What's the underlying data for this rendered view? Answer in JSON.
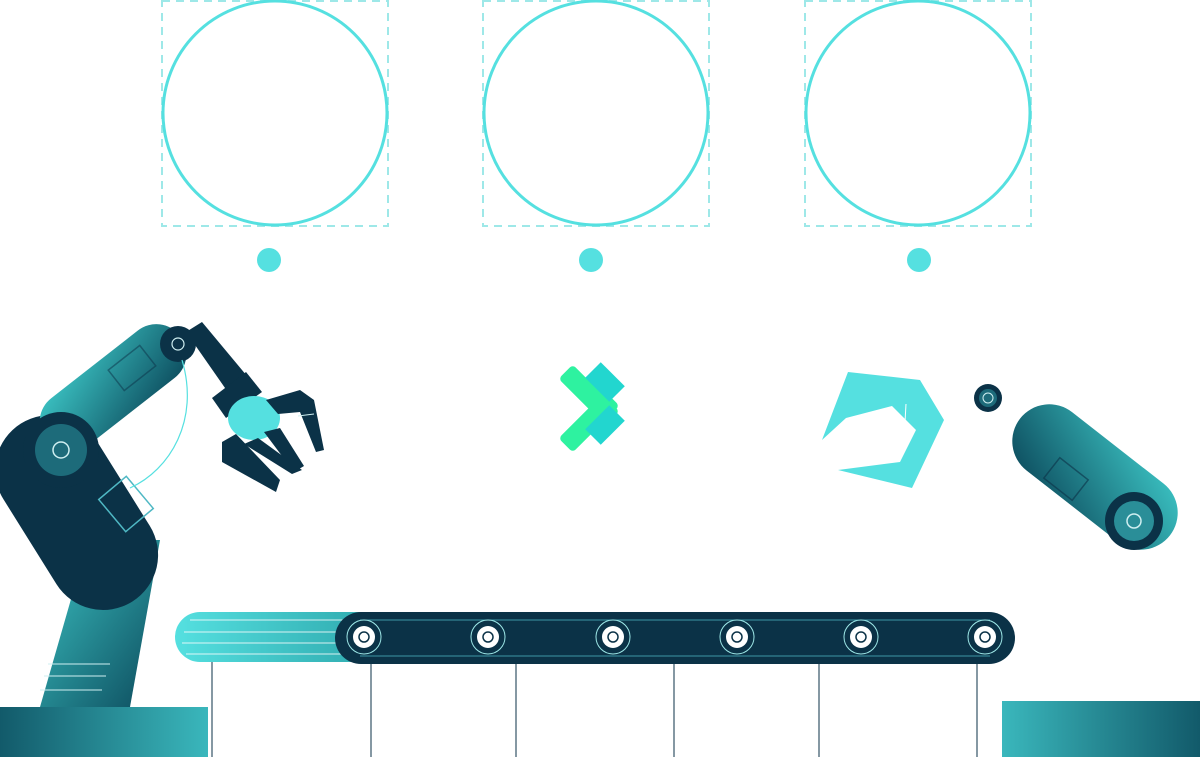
{
  "colors": {
    "teal_light": "#55e0e0",
    "teal_mid": "#2aa3a8",
    "navy": "#0b3247",
    "navy_dark": "#072636",
    "green": "#2ef2a0",
    "white": "#ffffff"
  },
  "slots": [
    {
      "name": "slot-left"
    },
    {
      "name": "slot-middle"
    },
    {
      "name": "slot-right"
    }
  ],
  "icons": {
    "center_logo": "x-logo-icon",
    "left_robot": "robot-arm-icon",
    "right_robot": "robot-arm-detached-icon",
    "conveyor": "conveyor-belt-icon"
  }
}
